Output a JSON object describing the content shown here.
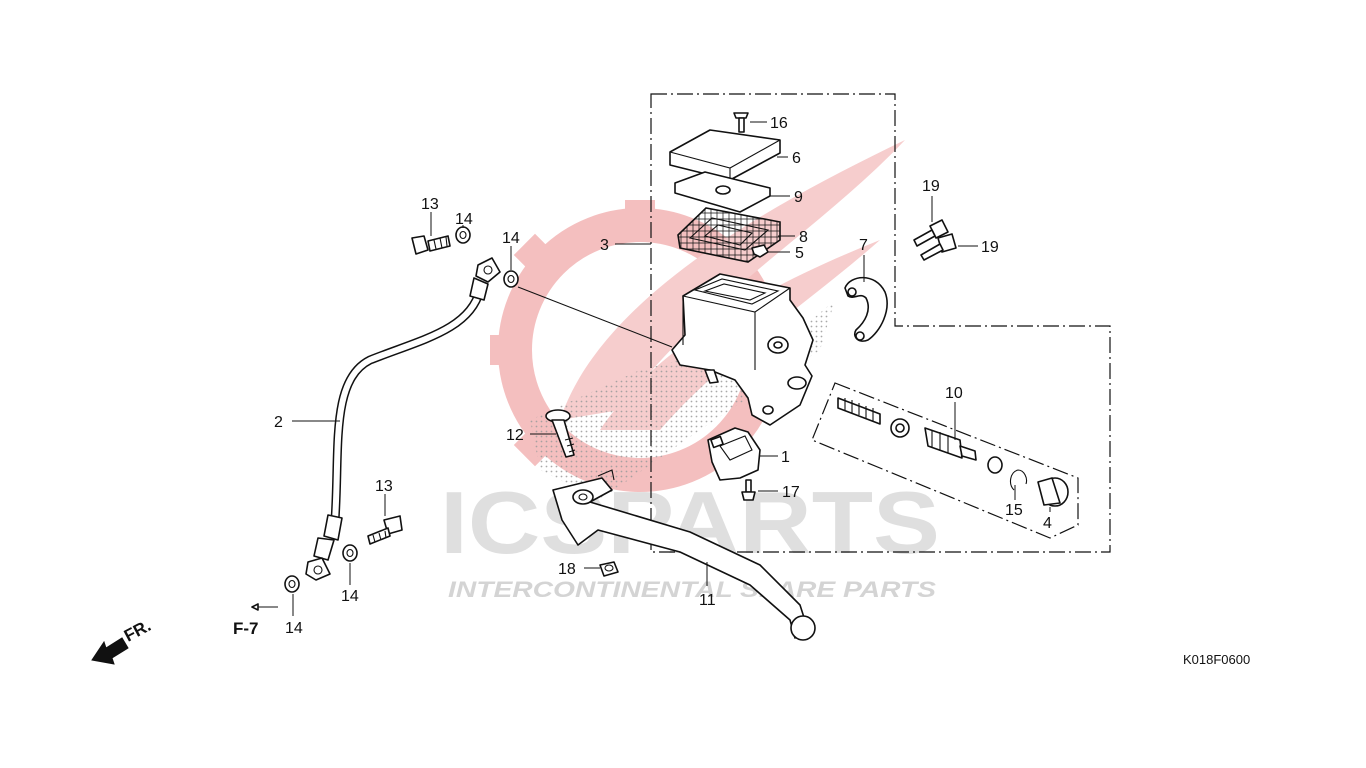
{
  "watermark": {
    "brand": "ICSPARTS",
    "tagline": "INTERCONTINENTAL SPARE PARTS",
    "brand_color": "#e23a3a",
    "text_color": "#d6d6d6"
  },
  "diagram_code": "K018F0600",
  "ref_label": "F-7",
  "direction_label": "FR.",
  "callouts": [
    {
      "id": "c1",
      "text": "1"
    },
    {
      "id": "c2",
      "text": "2"
    },
    {
      "id": "c3",
      "text": "3"
    },
    {
      "id": "c4",
      "text": "4"
    },
    {
      "id": "c5",
      "text": "5"
    },
    {
      "id": "c6",
      "text": "6"
    },
    {
      "id": "c7",
      "text": "7"
    },
    {
      "id": "c8",
      "text": "8"
    },
    {
      "id": "c9",
      "text": "9"
    },
    {
      "id": "c10",
      "text": "10"
    },
    {
      "id": "c11",
      "text": "11"
    },
    {
      "id": "c12",
      "text": "12"
    },
    {
      "id": "c13a",
      "text": "13"
    },
    {
      "id": "c13b",
      "text": "13"
    },
    {
      "id": "c14a",
      "text": "14"
    },
    {
      "id": "c14b",
      "text": "14"
    },
    {
      "id": "c14c",
      "text": "14"
    },
    {
      "id": "c14d",
      "text": "14"
    },
    {
      "id": "c15",
      "text": "15"
    },
    {
      "id": "c16",
      "text": "16"
    },
    {
      "id": "c17",
      "text": "17"
    },
    {
      "id": "c18",
      "text": "18"
    },
    {
      "id": "c19a",
      "text": "19"
    },
    {
      "id": "c19b",
      "text": "19"
    }
  ]
}
